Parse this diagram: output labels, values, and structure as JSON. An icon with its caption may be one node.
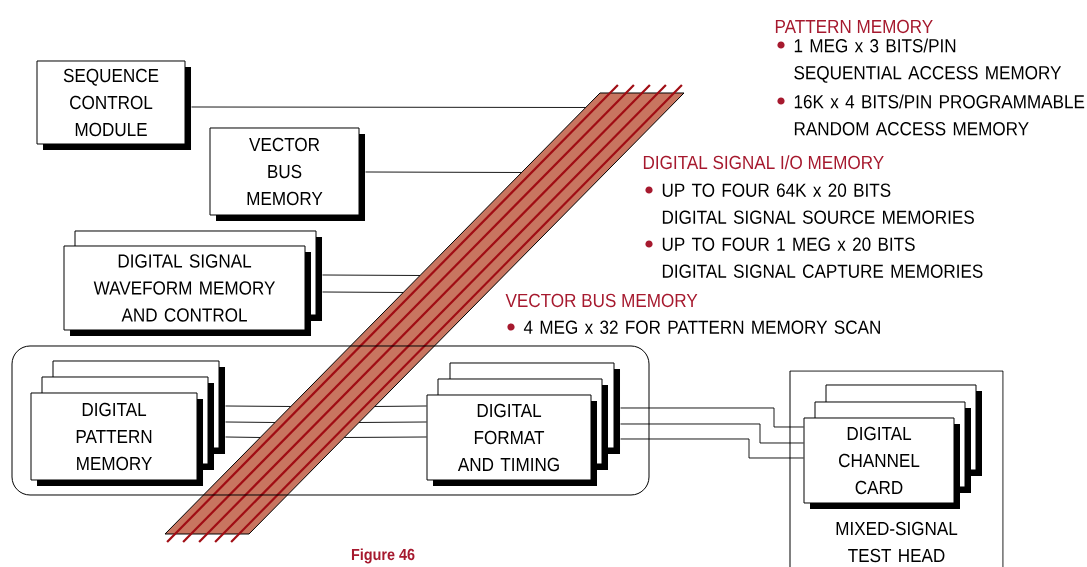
{
  "diagram": {
    "caption": "Figure 46",
    "nodes": [
      {
        "text": [
          "SEQUENCE CONTROL MODULE"
        ]
      },
      {
        "text": [
          "VECTOR BUS MEMORY"
        ]
      },
      {
        "text": [
          "DIGITAL SIGNAL WAVEFORM MEMORY AND CONTROL"
        ]
      },
      {
        "text": [],
        "shape": "bar"
      },
      {
        "text": [],
        "shape": "box"
      },
      {
        "text": [
          "DIGITAL PATTERN MEMORY"
        ],
        "in": 4
      },
      {
        "text": [
          "DIGITAL FORMAT AND TIMING"
        ],
        "in": 4
      },
      {
        "text": [
          "MIXED-SIGNAL TEST HEAD"
        ]
      },
      {
        "text": [
          "DIGITAL CHANNEL CARD"
        ],
        "in": 7
      }
    ],
    "edges": [
      {
        "from": 0,
        "to": 3,
        "arrow": "none"
      },
      {
        "from": 1,
        "to": 3,
        "arrow": "none"
      },
      {
        "from": 2,
        "to": 3,
        "arrow": "none"
      },
      {
        "from": 2,
        "to": 3,
        "arrow": "none"
      },
      {
        "from": 5,
        "to": 3,
        "arrow": "none"
      },
      {
        "from": 5,
        "to": 3,
        "arrow": "none"
      },
      {
        "from": 5,
        "to": 3,
        "arrow": "none"
      },
      {
        "from": 3,
        "to": 6,
        "arrow": "none"
      },
      {
        "from": 3,
        "to": 6,
        "arrow": "none"
      },
      {
        "from": 3,
        "to": 6,
        "arrow": "none"
      },
      {
        "from": 6,
        "to": 8,
        "arrow": "none"
      },
      {
        "from": 6,
        "to": 8,
        "arrow": "none"
      },
      {
        "from": 6,
        "to": 8,
        "arrow": "none"
      }
    ],
    "labels": [
      "PATTERN MEMORY",
      "1 MEG x 3 BITS/PIN SEQUENTIAL ACCESS MEMORY",
      "16K x 4 BITS/PIN PROGRAMMABLE RANDOM ACCESS MEMORY",
      "DIGITAL SIGNAL I/O MEMORY",
      "UP TO FOUR 64K x 20 BITS DIGITAL SIGNAL SOURCE MEMORIES",
      "UP TO FOUR 1 MEG x 20 BITS DIGITAL SIGNAL CAPTURE MEMORIES",
      "VECTOR BUS MEMORY",
      "4 MEG x 32 FOR PATTERN MEMORY SCAN"
    ]
  }
}
